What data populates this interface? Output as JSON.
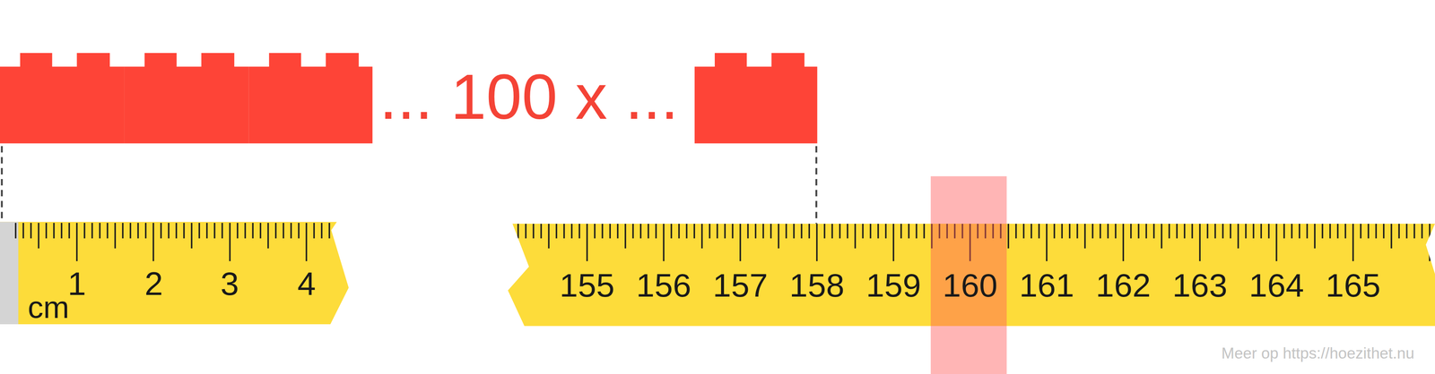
{
  "diagram": {
    "labels": [
      "... 100 x ...",
      "cm",
      "1",
      "2",
      "3",
      "4",
      "155",
      "156",
      "157",
      "158",
      "159",
      "160",
      "161",
      "162",
      "163",
      "164",
      "165",
      "Meer op https://hoezithet.nu"
    ]
  }
}
